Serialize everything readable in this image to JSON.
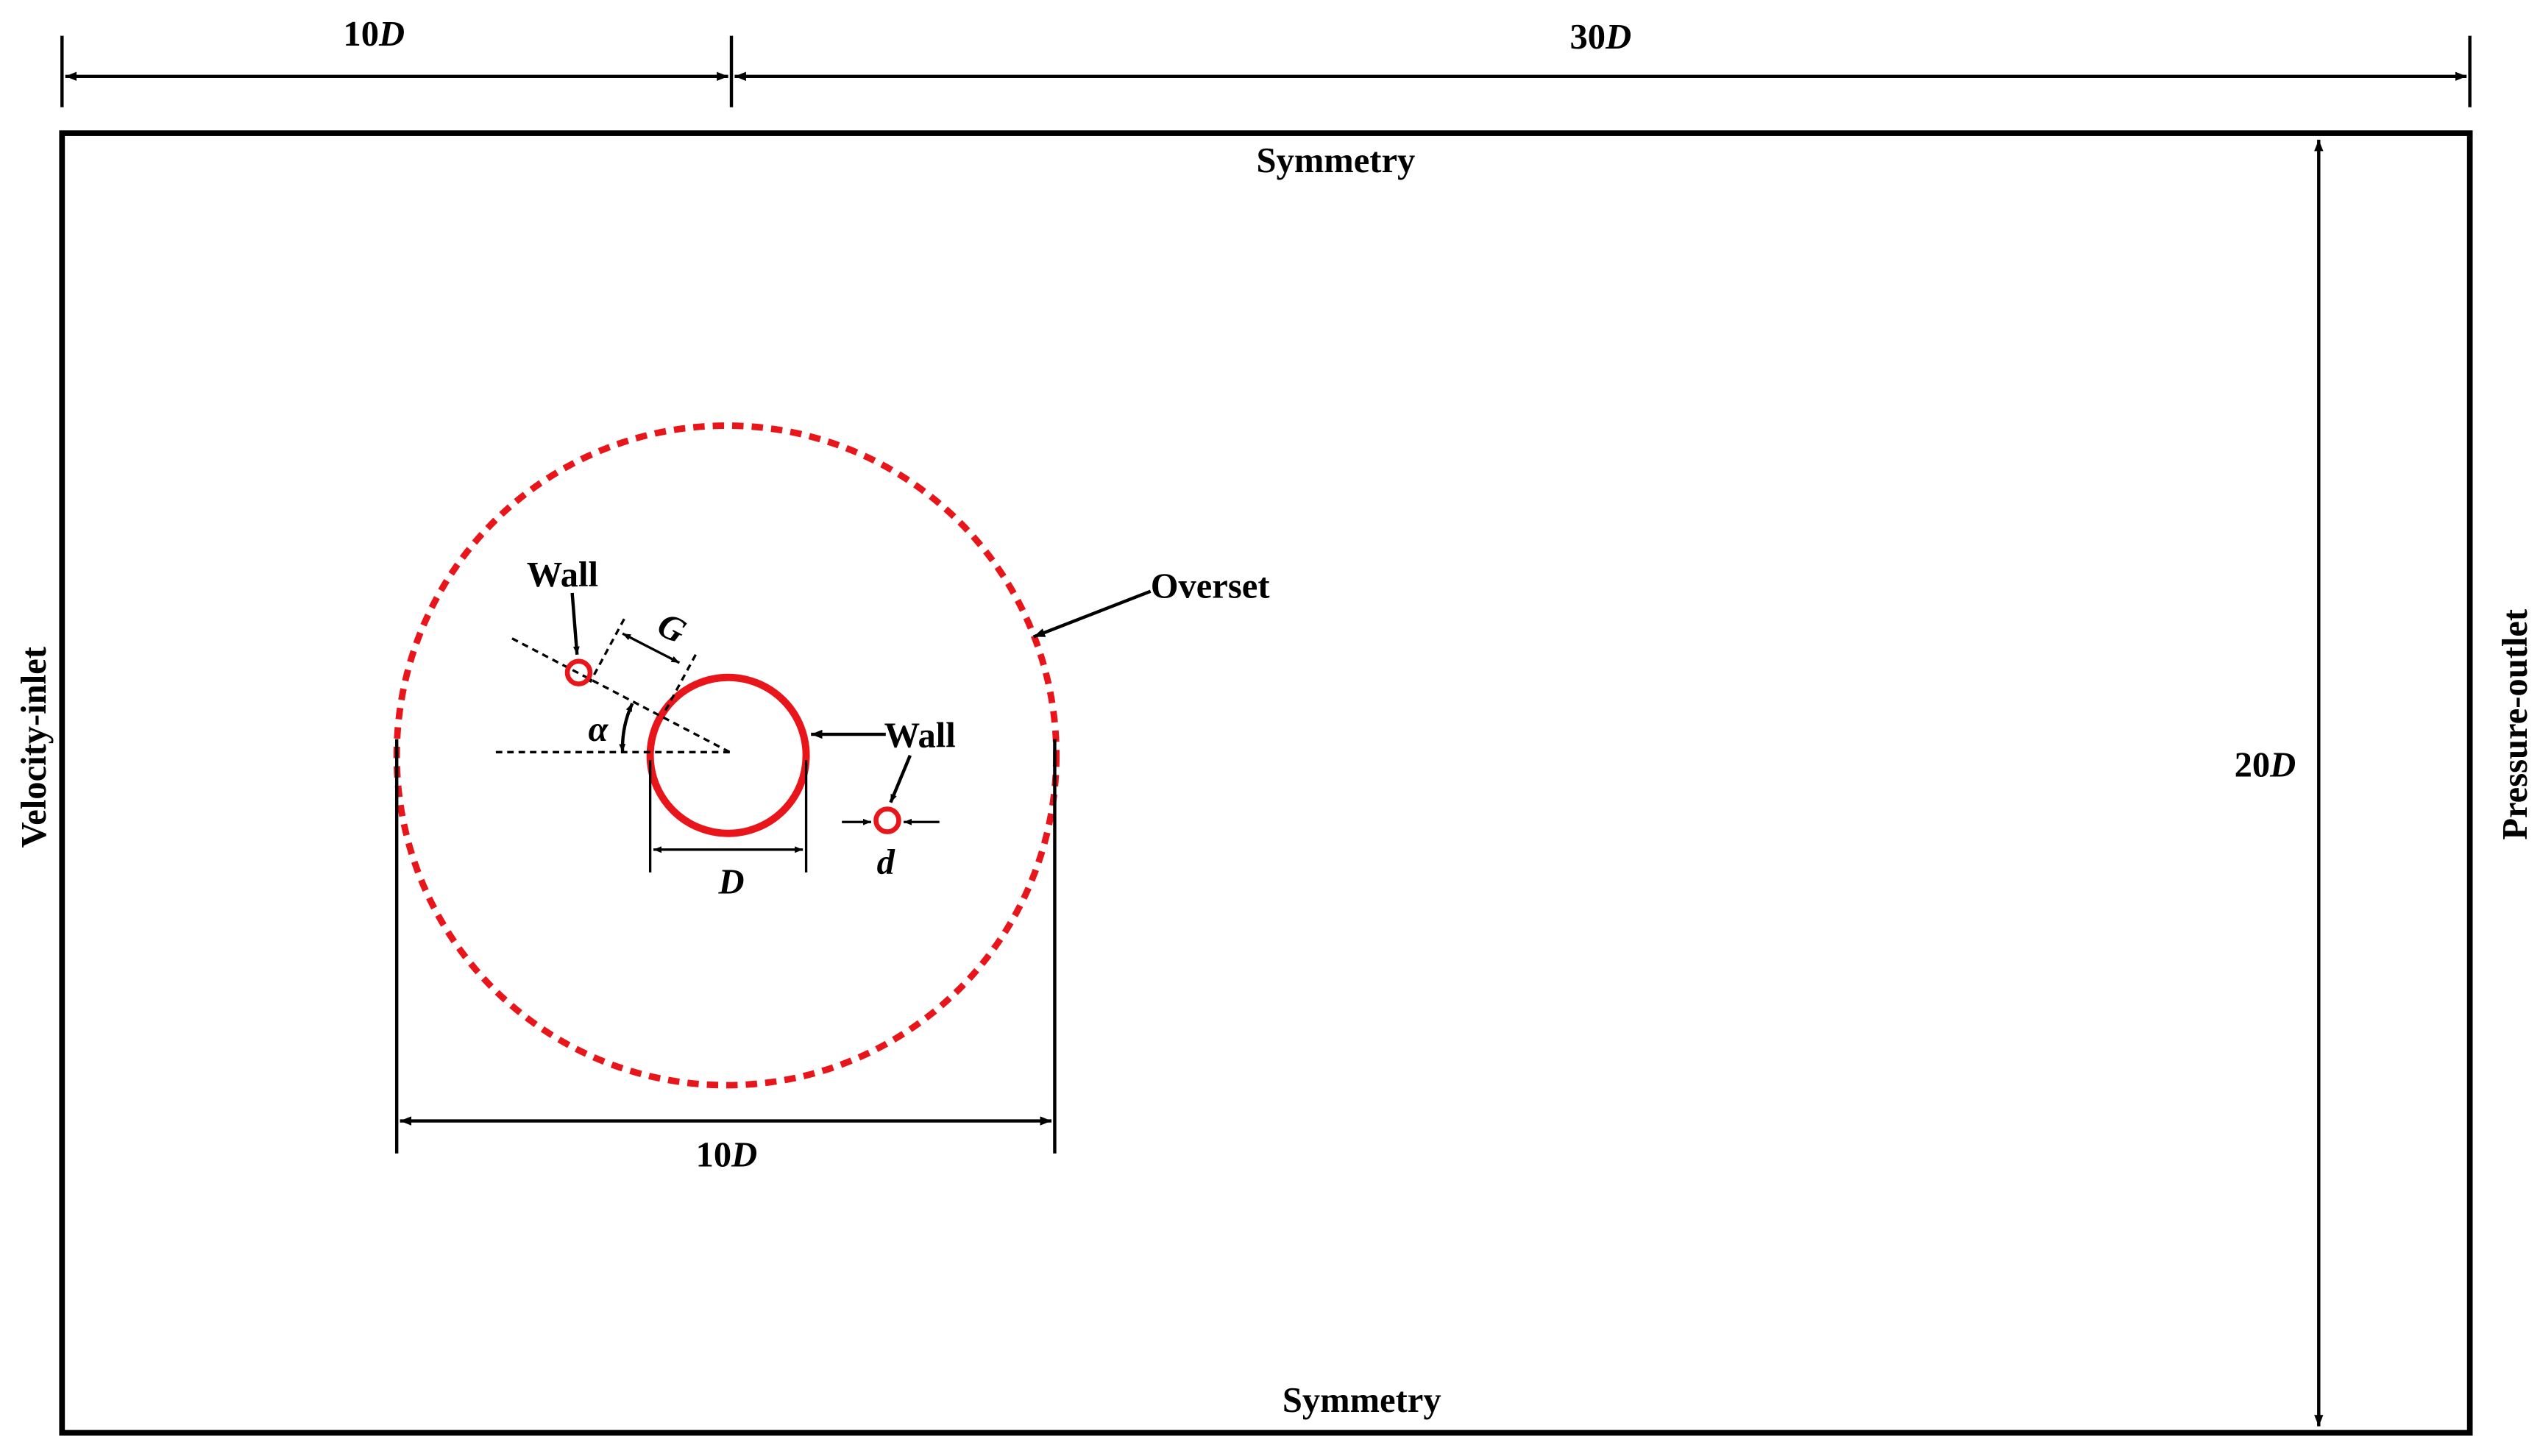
{
  "dimensions": {
    "top_left": {
      "num": "10",
      "var": "D"
    },
    "top_right": {
      "num": "30",
      "var": "D"
    },
    "height": {
      "num": "20",
      "var": "D"
    },
    "overset_width": {
      "num": "10",
      "var": "D"
    },
    "cylinder_diameter": "D",
    "small_cylinder_diameter": "d",
    "gap": "G",
    "angle": "α"
  },
  "boundaries": {
    "top": "Symmetry",
    "bottom": "Symmetry",
    "left": "Velocity-inlet",
    "right": "Pressure-outlet"
  },
  "labels": {
    "overset": "Overset",
    "wall_upper": "Wall",
    "wall_main": "Wall"
  },
  "colors": {
    "line": "#000000",
    "cylinder": "#e8151b",
    "background": "#ffffff"
  }
}
